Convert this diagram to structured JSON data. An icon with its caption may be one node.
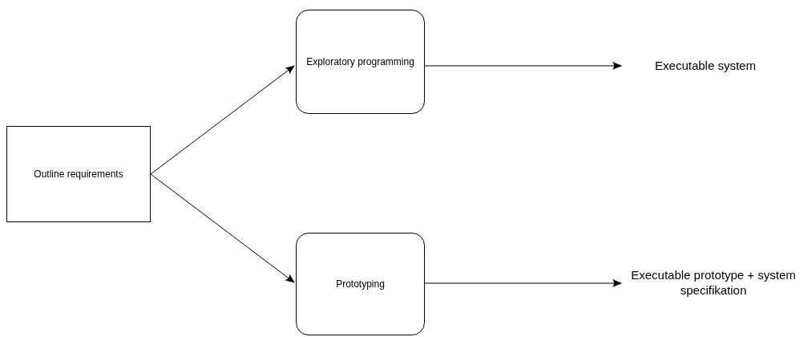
{
  "diagram": {
    "nodes": [
      {
        "text": [
          "Outline requirements"
        ]
      },
      {
        "text": [
          "Exploratory programming"
        ]
      },
      {
        "text": [
          "Prototyping"
        ]
      },
      {
        "text": [
          "Executable system"
        ]
      },
      {
        "text": [
          "Executable prototype + system specifikation"
        ]
      }
    ],
    "edges": [
      {
        "from": 0,
        "to": 1,
        "arrow": "to"
      },
      {
        "from": 0,
        "to": 2,
        "arrow": "to"
      },
      {
        "from": 1,
        "to": 3,
        "arrow": "to"
      },
      {
        "from": 2,
        "to": 4,
        "arrow": "to"
      }
    ]
  }
}
